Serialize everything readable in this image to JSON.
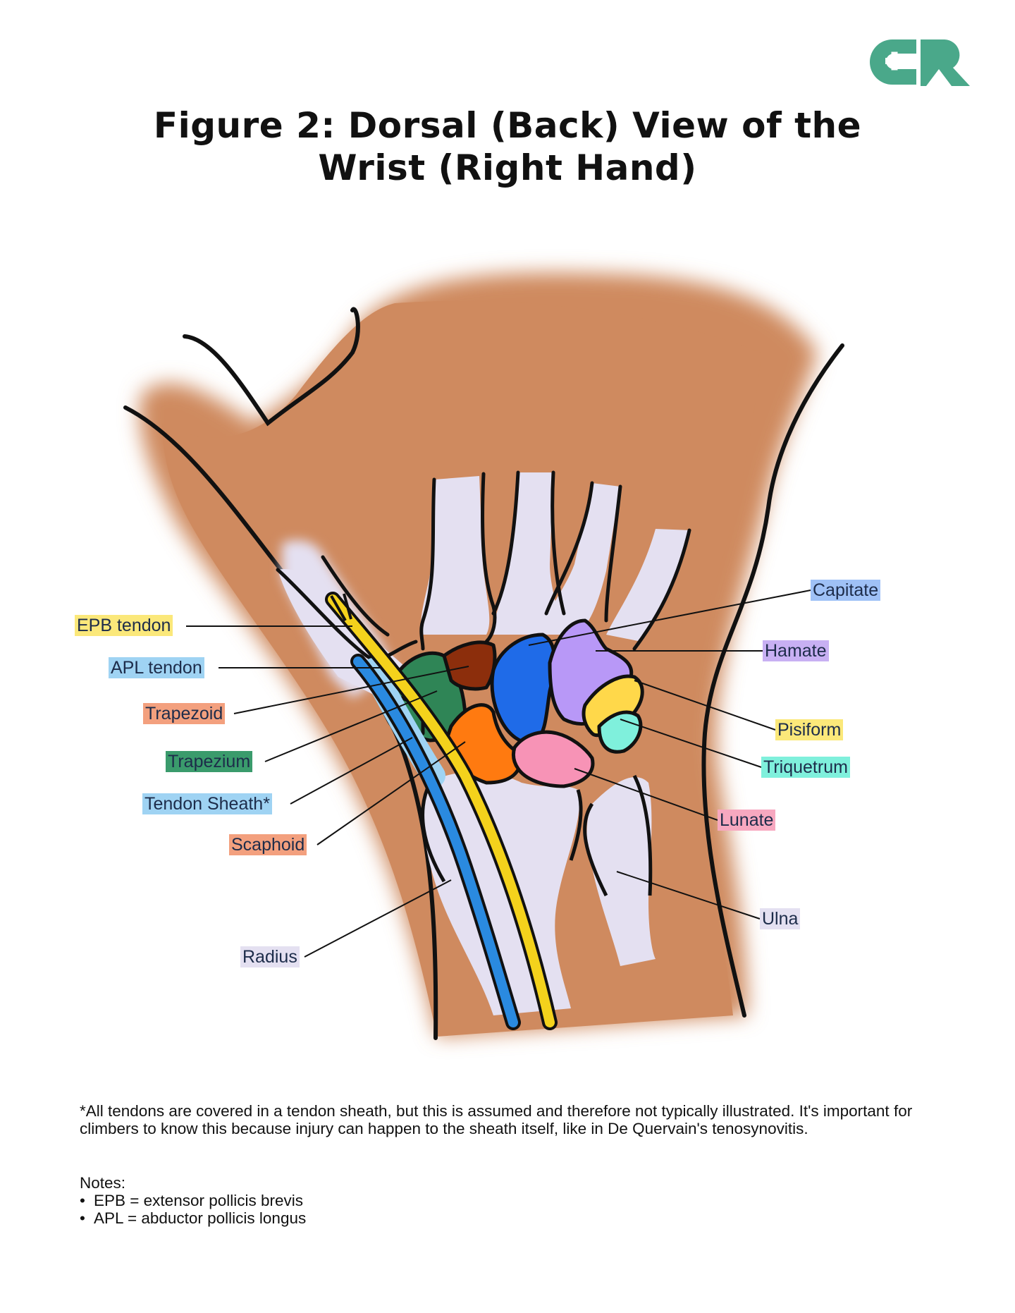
{
  "title": {
    "line1": "Figure 2: Dorsal (Back) View of the",
    "line2": "Wrist (Right Hand)"
  },
  "labels": {
    "epb_tendon": "EPB tendon",
    "apl_tendon": "APL tendon",
    "trapezoid": "Trapezoid",
    "trapezium": "Trapezium",
    "tendon_sheath": "Tendon Sheath*",
    "scaphoid": "Scaphoid",
    "radius": "Radius",
    "capitate": "Capitate",
    "hamate": "Hamate",
    "pisiform": "Pisiform",
    "triquetrum": "Triquetrum",
    "lunate": "Lunate",
    "ulna": "Ulna"
  },
  "colors": {
    "skin": "#cf8a5f",
    "bone": "#e4e0f1",
    "epb": "#fbe87a",
    "apl": "#9fd3f3",
    "trapezoid": "#f3a07e",
    "trapezium": "#3a9b6c",
    "tendon_sheath": "#9fd3f3",
    "scaphoid": "#f3a07e",
    "radius": "#e4e0f1",
    "capitate": "#9fc1f6",
    "hamate": "#c8b0f3",
    "pisiform": "#fbe87a",
    "triquetrum": "#7ff0dc",
    "lunate": "#f7a8c0",
    "ulna": "#e4e0f1",
    "logo": "#4aa88a"
  },
  "footnote": "*All tendons are covered in a tendon sheath, but this is assumed and therefore not typically illustrated. It's important for climbers to know this because injury can happen to the sheath itself, like in De Quervain's tenosynovitis.",
  "notes": {
    "heading": "Notes:",
    "items": [
      "EPB = extensor pollicis brevis",
      "APL = abductor pollicis longus"
    ]
  }
}
